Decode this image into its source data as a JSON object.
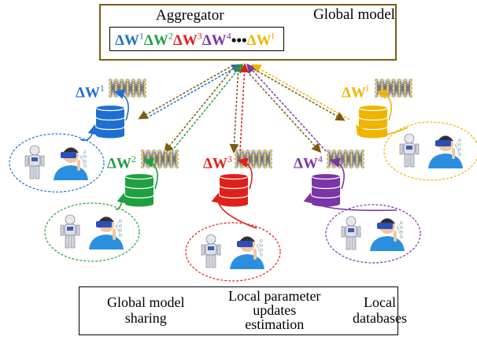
{
  "aggregator": {
    "title": "Aggregator",
    "global_model_title": "Global model",
    "updates": [
      {
        "label": "ΔW",
        "sup": "1",
        "color": "#1f6fd0"
      },
      {
        "label": "ΔW",
        "sup": "2",
        "color": "#20a040"
      },
      {
        "label": "ΔW",
        "sup": "3",
        "color": "#e0201a"
      },
      {
        "label": "ΔW",
        "sup": "4",
        "color": "#7a35a8"
      },
      {
        "label": "•••",
        "sup": "",
        "color": "#000000"
      },
      {
        "label": "ΔW",
        "sup": "I",
        "color": "#f0b400"
      }
    ]
  },
  "clients": [
    {
      "label": "ΔW",
      "sup": "1",
      "color": "#1f6fd0"
    },
    {
      "label": "ΔW",
      "sup": "2",
      "color": "#20a040"
    },
    {
      "label": "ΔW",
      "sup": "3",
      "color": "#e0201a"
    },
    {
      "label": "ΔW",
      "sup": "4",
      "color": "#7a35a8"
    },
    {
      "label": "ΔW",
      "sup": "I",
      "color": "#f0b400"
    }
  ],
  "legend": {
    "global_sharing": "Global model\nsharing",
    "local_updates": "Local parameter\nupdates\nestimation",
    "local_databases": "Local\ndatabases",
    "sharing_color": "#7a5c10"
  }
}
